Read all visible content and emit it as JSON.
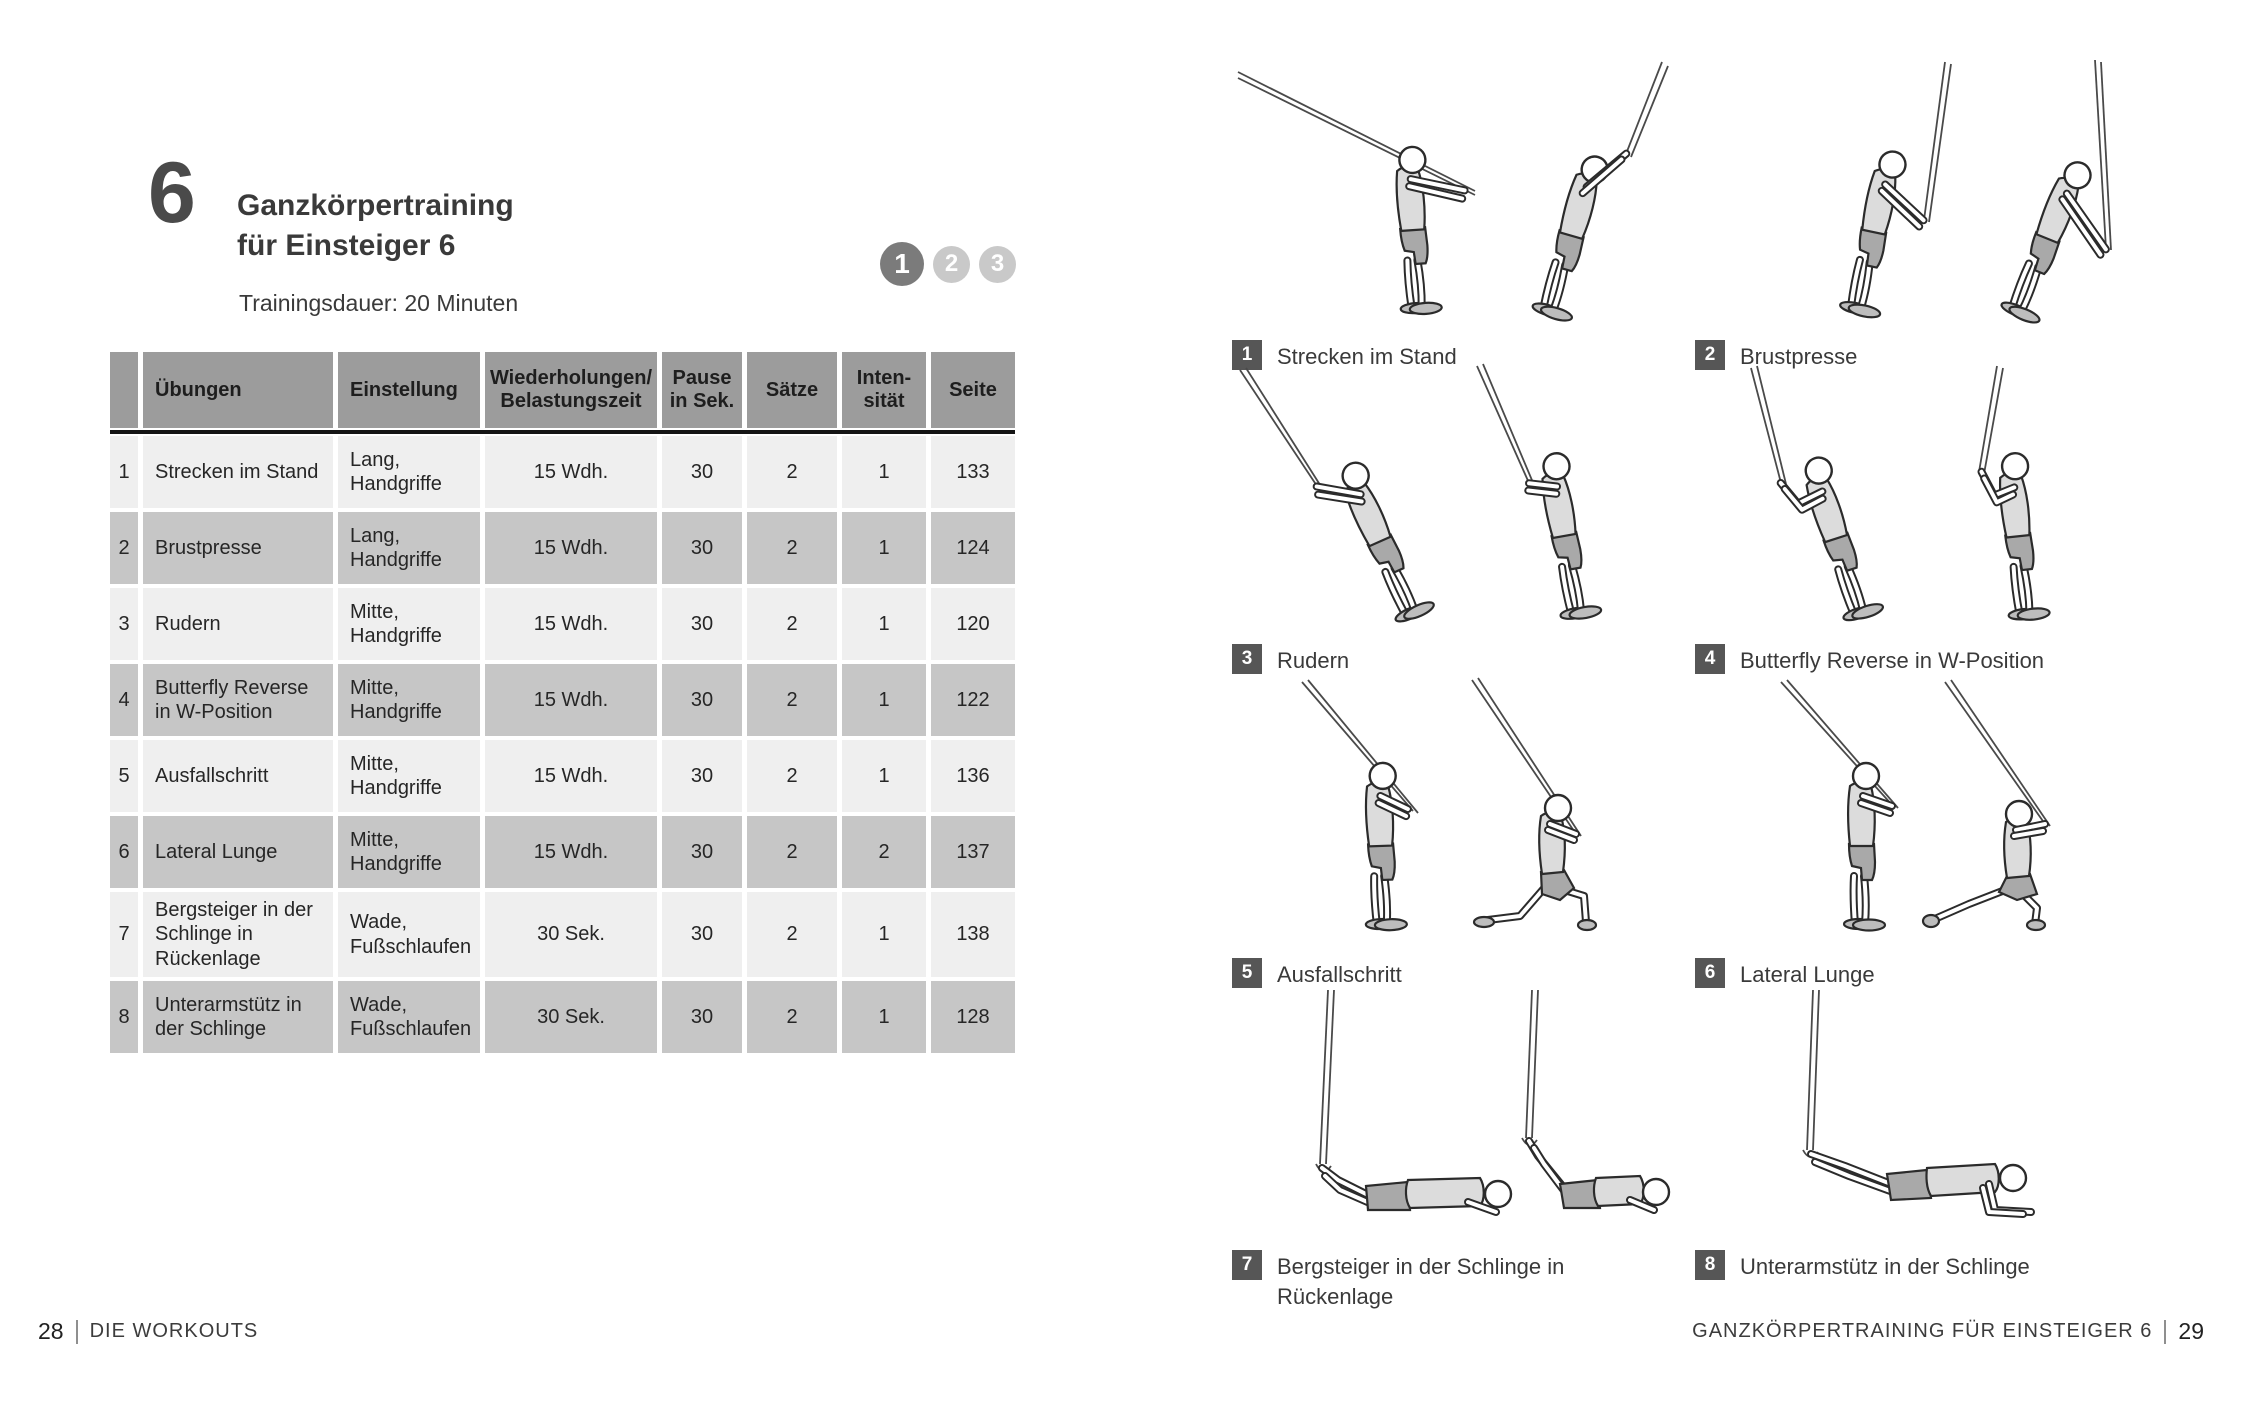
{
  "colors": {
    "badge_gray": "#565656",
    "table_header_gray": "#9c9c9c",
    "row_light": "#efefef",
    "row_dark": "#c6c6c6",
    "circle_active": "#7b7b7b",
    "circle_inactive": "#c9c9c9",
    "rule_black": "#141414"
  },
  "left_page": {
    "chapter_number": "6",
    "title_line1": "Ganzkörpertraining",
    "title_line2": "für Einsteiger 6",
    "duration": "Trainingsdauer: 20 Minuten",
    "levels": {
      "items": [
        {
          "label": "1",
          "active": true
        },
        {
          "label": "2",
          "active": false
        },
        {
          "label": "3",
          "active": false
        }
      ]
    },
    "table": {
      "headers": {
        "num": "",
        "uebungen": "Übungen",
        "einstellung": "Einstellung",
        "wdh": "Wiederholungen/ Belastungszeit",
        "pause": "Pause in Sek.",
        "saetze": "Sätze",
        "intensitaet": "Inten- sität",
        "seite": "Seite"
      },
      "rows": [
        {
          "num": "1",
          "uebung": "Strecken im Stand",
          "einstellung": "Lang, Handgriffe",
          "wdh": "15 Wdh.",
          "pause": "30",
          "saetze": "2",
          "int": "1",
          "seite": "133"
        },
        {
          "num": "2",
          "uebung": "Brustpresse",
          "einstellung": "Lang, Handgriffe",
          "wdh": "15 Wdh.",
          "pause": "30",
          "saetze": "2",
          "int": "1",
          "seite": "124"
        },
        {
          "num": "3",
          "uebung": "Rudern",
          "einstellung": "Mitte, Handgriffe",
          "wdh": "15 Wdh.",
          "pause": "30",
          "saetze": "2",
          "int": "1",
          "seite": "120"
        },
        {
          "num": "4",
          "uebung": "Butterfly Reverse in W-Position",
          "einstellung": "Mitte, Handgriffe",
          "wdh": "15 Wdh.",
          "pause": "30",
          "saetze": "2",
          "int": "1",
          "seite": "122"
        },
        {
          "num": "5",
          "uebung": "Ausfallschritt",
          "einstellung": "Mitte, Handgriffe",
          "wdh": "15 Wdh.",
          "pause": "30",
          "saetze": "2",
          "int": "1",
          "seite": "136"
        },
        {
          "num": "6",
          "uebung": "Lateral Lunge",
          "einstellung": "Mitte, Handgriffe",
          "wdh": "15 Wdh.",
          "pause": "30",
          "saetze": "2",
          "int": "2",
          "seite": "137"
        },
        {
          "num": "7",
          "uebung": "Bergsteiger in der Schlinge in Rückenlage",
          "einstellung": "Wade, Fußschlaufen",
          "wdh": "30 Sek.",
          "pause": "30",
          "saetze": "2",
          "int": "1",
          "seite": "138"
        },
        {
          "num": "8",
          "uebung": "Unterarmstütz in der Schlinge",
          "einstellung": "Wade, Fußschlaufen",
          "wdh": "30 Sek.",
          "pause": "30",
          "saetze": "2",
          "int": "1",
          "seite": "128"
        }
      ]
    },
    "footer": {
      "page_number": "28",
      "section": "DIE WORKOUTS"
    }
  },
  "right_page": {
    "exercises": [
      {
        "num": "1",
        "label": "Strecken im Stand"
      },
      {
        "num": "2",
        "label": "Brustpresse"
      },
      {
        "num": "3",
        "label": "Rudern"
      },
      {
        "num": "4",
        "label": "Butterfly Reverse in W-Position"
      },
      {
        "num": "5",
        "label": "Ausfallschritt"
      },
      {
        "num": "6",
        "label": "Lateral Lunge"
      },
      {
        "num": "7",
        "label": "Bergsteiger in der Schlinge in Rückenlage"
      },
      {
        "num": "8",
        "label": "Unterarmstütz in der Schlinge"
      }
    ],
    "footer": {
      "section": "GANZKÖRPERTRAINING FÜR EINSTEIGER 6",
      "page_number": "29"
    }
  }
}
